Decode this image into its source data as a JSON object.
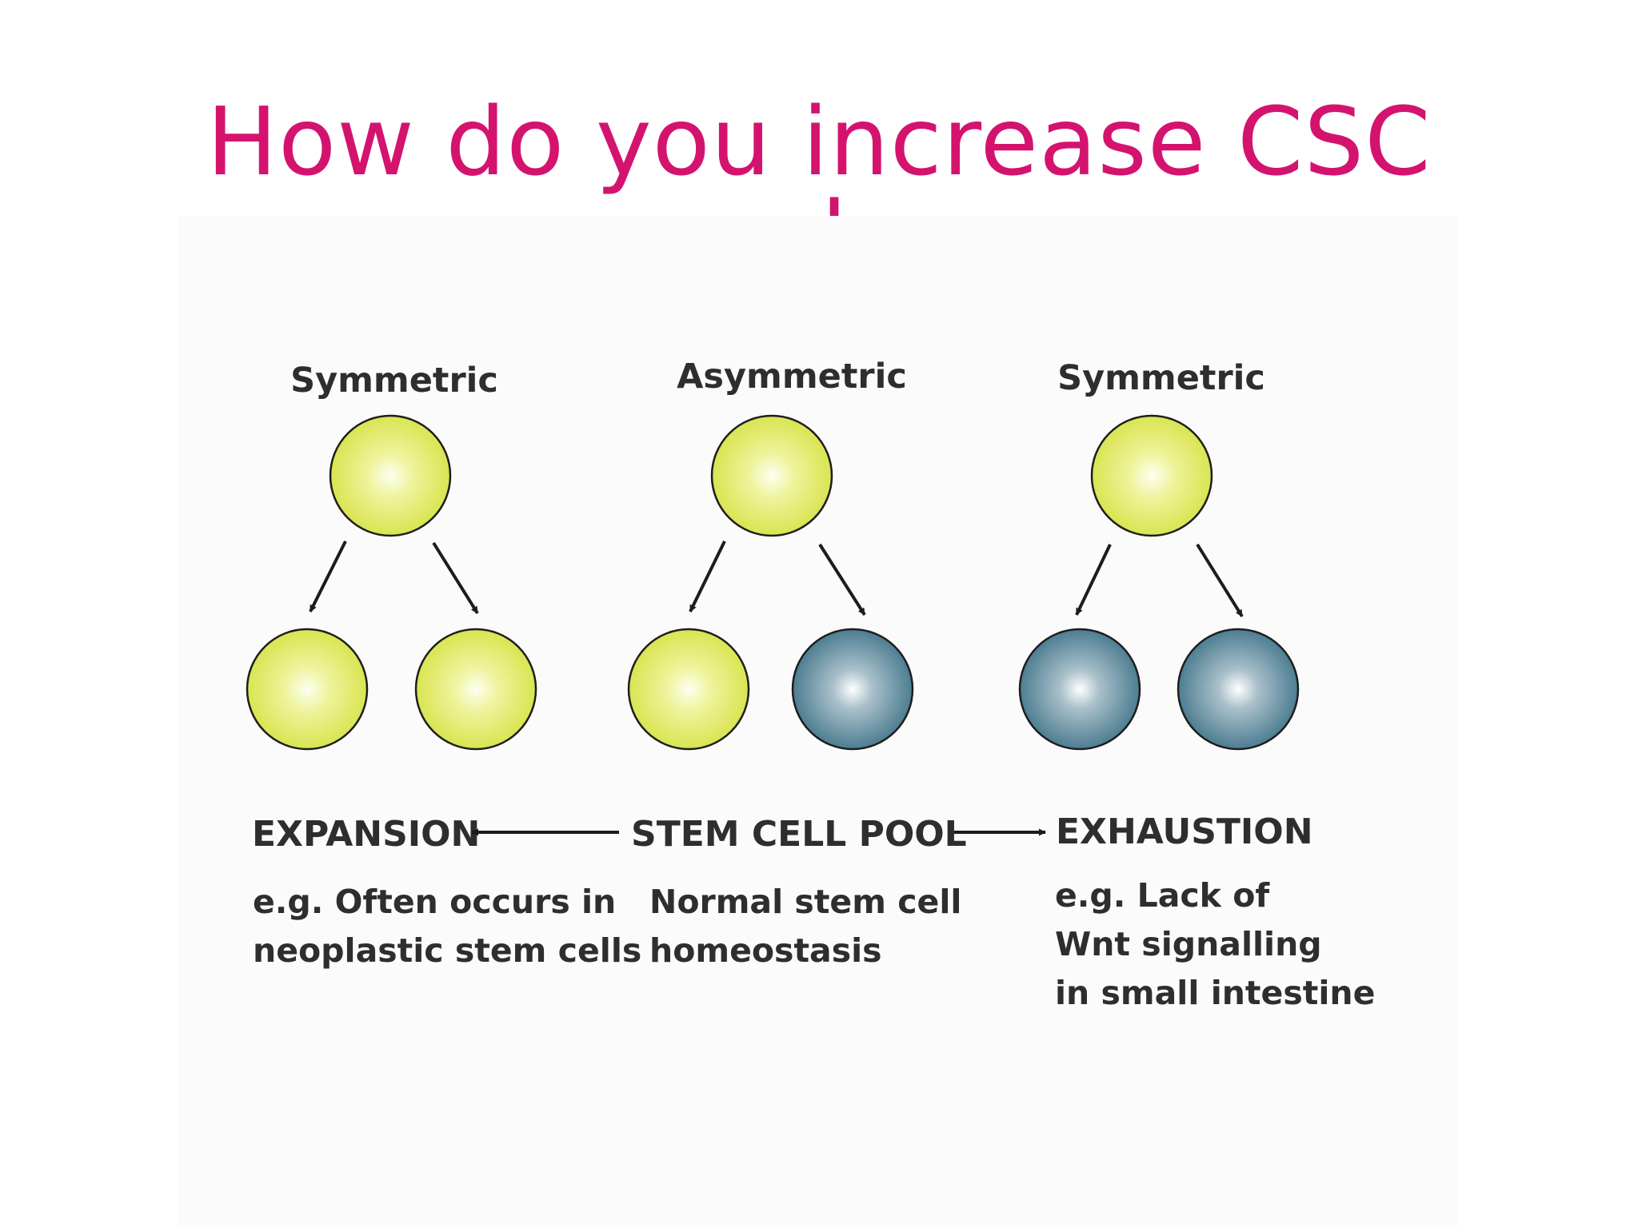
{
  "title": "How do you increase CSC numbers",
  "diagram": {
    "divisions": [
      {
        "type": "Symmetric",
        "parent": "stem",
        "daughters": [
          "stem",
          "stem"
        ]
      },
      {
        "type": "Asymmetric",
        "parent": "stem",
        "daughters": [
          "stem",
          "differentiated"
        ]
      },
      {
        "type": "Symmetric",
        "parent": "stem",
        "daughters": [
          "differentiated",
          "differentiated"
        ]
      }
    ],
    "pool": {
      "left": "EXPANSION",
      "center": "STEM CELL POOL",
      "right": "EXHAUSTION"
    },
    "descriptions": {
      "expansion": [
        "e.g. Often occurs in",
        "neoplastic stem cells"
      ],
      "homeostasis": [
        "Normal stem cell",
        "homeostasis"
      ],
      "exhaustion": [
        "e.g. Lack of",
        "Wnt signalling",
        "in small intestine"
      ]
    },
    "colors": {
      "stem_cell": "#dfe94f",
      "differentiated_cell": "#4d7f95",
      "title": "#d4136f",
      "text": "#2e2e2e"
    }
  }
}
